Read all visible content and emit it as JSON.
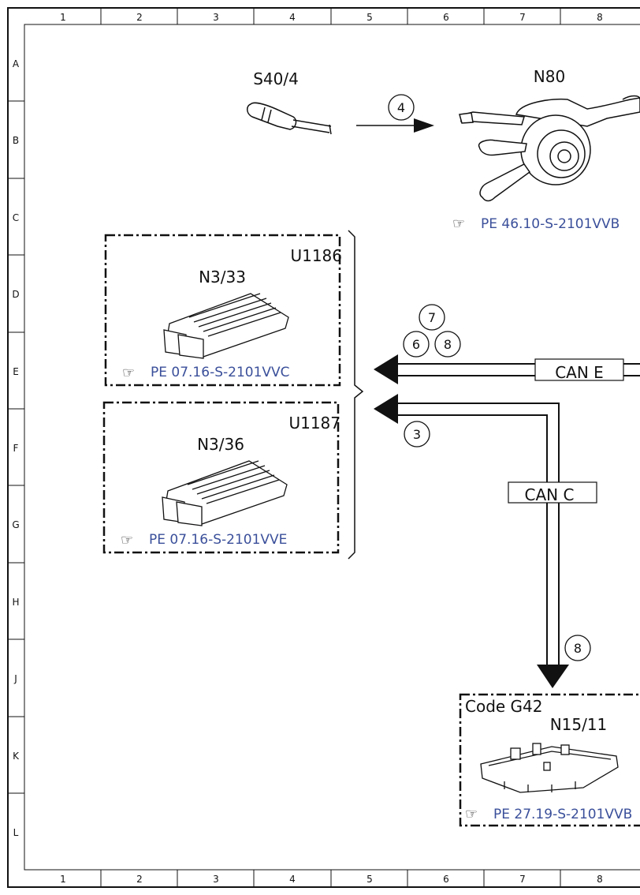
{
  "grid": {
    "columns": [
      "1",
      "2",
      "3",
      "4",
      "5",
      "6",
      "7",
      "8"
    ],
    "rows": [
      "A",
      "B",
      "C",
      "D",
      "E",
      "F",
      "G",
      "H",
      "J",
      "K",
      "L"
    ]
  },
  "components": {
    "s40_4": {
      "label": "S40/4"
    },
    "n80": {
      "label": "N80",
      "ref": "PE 46.10-S-2101VVB"
    },
    "u1186": {
      "group": "U1186",
      "label": "N3/33",
      "ref": "PE 07.16-S-2101VVC"
    },
    "u1187": {
      "group": "U1187",
      "label": "N3/36",
      "ref": "PE 07.16-S-2101VVE"
    },
    "n15_11": {
      "code": "Code G42",
      "label": "N15/11",
      "ref": "PE 27.19-S-2101VVB"
    }
  },
  "buses": {
    "can_e": "CAN E",
    "can_c": "CAN C"
  },
  "callouts": {
    "c4": "4",
    "c7": "7",
    "c6": "6",
    "c8a": "8",
    "c3": "3",
    "c8b": "8"
  },
  "colors": {
    "ref_text": "#3a4f9a",
    "line": "#111111"
  }
}
